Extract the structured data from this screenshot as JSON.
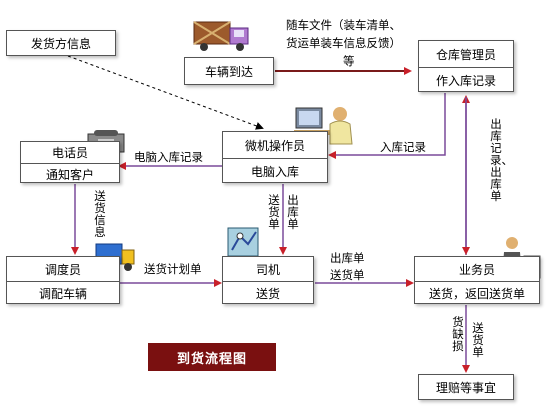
{
  "nodes": {
    "shipper": "发货方信息",
    "vehicle_arrival": "车辆到达",
    "warehouse_top": "仓库管理员",
    "warehouse_bottom": "作入库记录",
    "operator_top": "微机操作员",
    "operator_bottom": "电脑入库",
    "phone_top": "电话员",
    "phone_bottom": "通知客户",
    "dispatch_top": "调度员",
    "dispatch_bottom": "调配车辆",
    "driver_top": "司机",
    "driver_bottom": "送货",
    "sales_top": "业务员",
    "sales_bottom": "送货，返回送货单",
    "claims": "理赔等事宜"
  },
  "labels": {
    "docs_line1": "随车文件（装车清单、",
    "docs_line2": "货运单装车信息反馈）",
    "docs_line3": "等",
    "computer_record": "电脑入库记录",
    "inbound_record": "入库记录",
    "outbound_vertical": "出库记录、出库单",
    "delivery_info": "送货信息",
    "delivery_note": "送货单",
    "outbound_note": "出库单",
    "delivery_plan": "送货计划单",
    "outbound_note2": "出库单",
    "delivery_note2": "送货单",
    "damage": "货缺损",
    "delivery_note3": "送货单"
  },
  "title": "到货流程图",
  "colors": {
    "arrow": "#c8202a",
    "title_bg": "#7a1010"
  }
}
